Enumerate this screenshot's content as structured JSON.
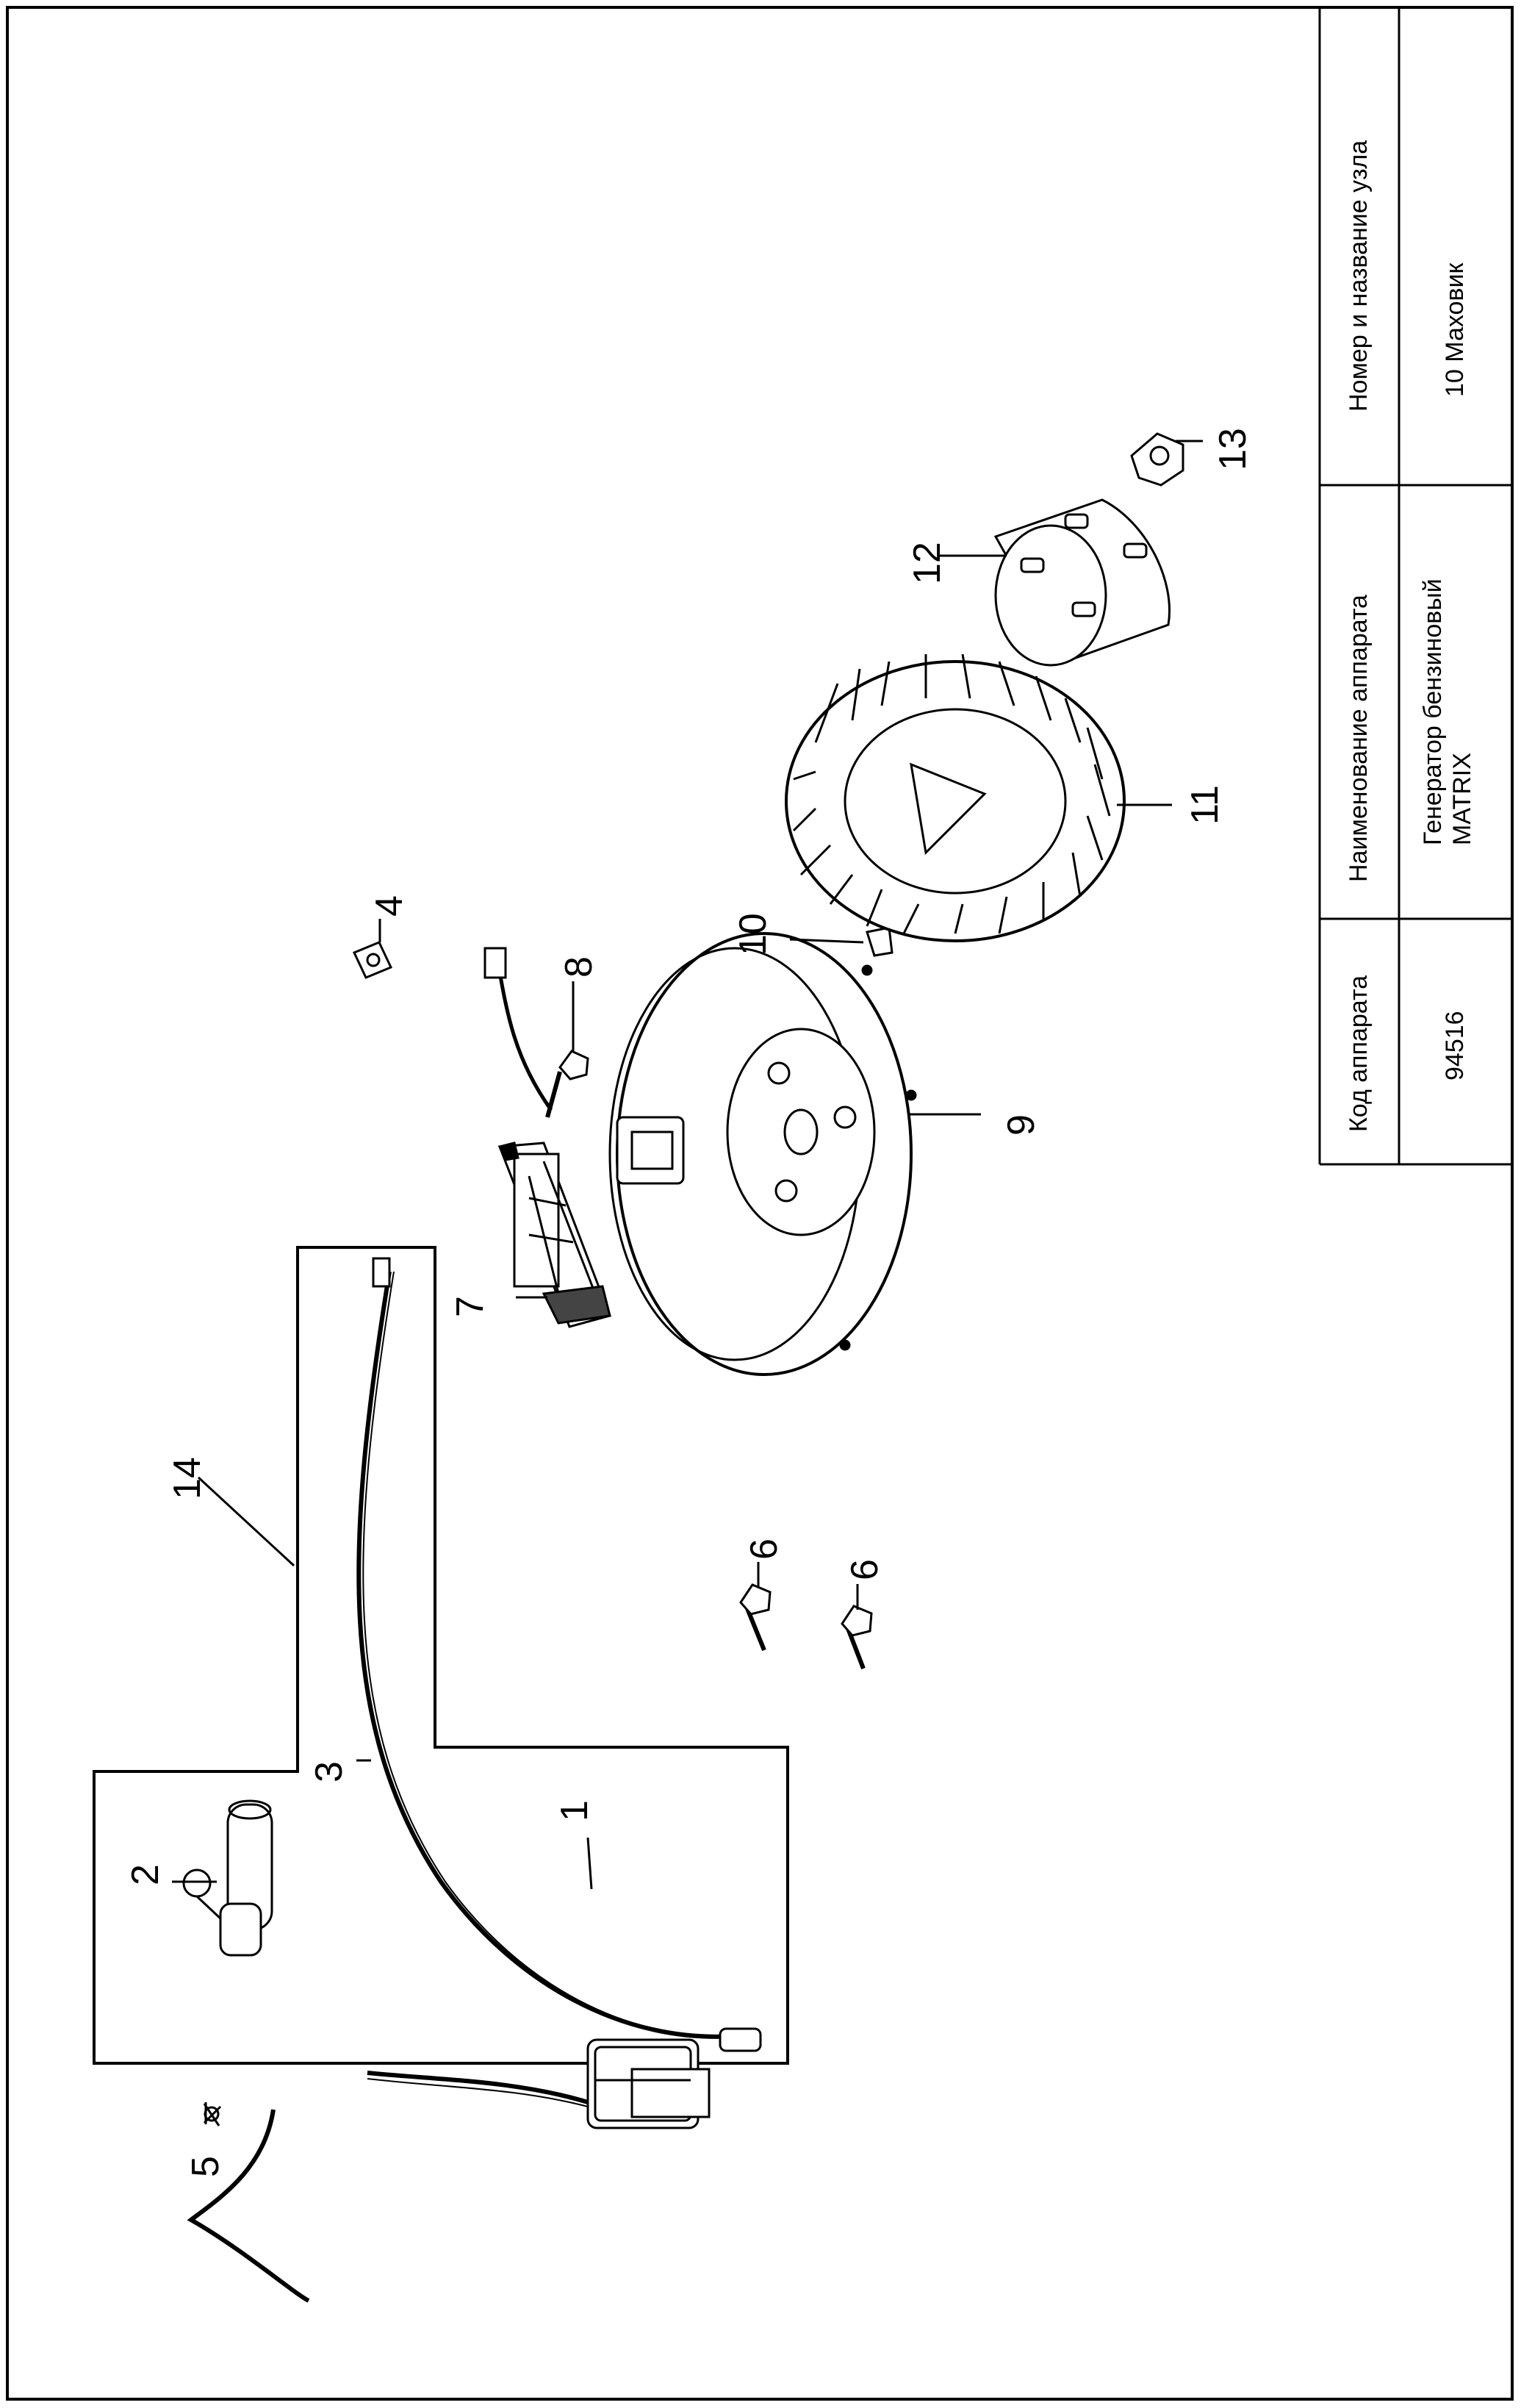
{
  "table": {
    "code_header": "Код аппарата",
    "code_value": "94516",
    "name_header": "Наименование аппарата",
    "name_value_line1": "Генератор бензиновый",
    "name_value_line2": "MATRIX",
    "unit_header": "Номер и название узла",
    "unit_value": "10 Маховик"
  },
  "callouts": {
    "c1": "1",
    "c2": "2",
    "c3": "3",
    "c4": "4",
    "c5": "5",
    "c6a": "6",
    "c6b": "6",
    "c7": "7",
    "c8": "8",
    "c9": "9",
    "c10": "10",
    "c11": "11",
    "c12": "12",
    "c13": "13",
    "c14": "14"
  }
}
